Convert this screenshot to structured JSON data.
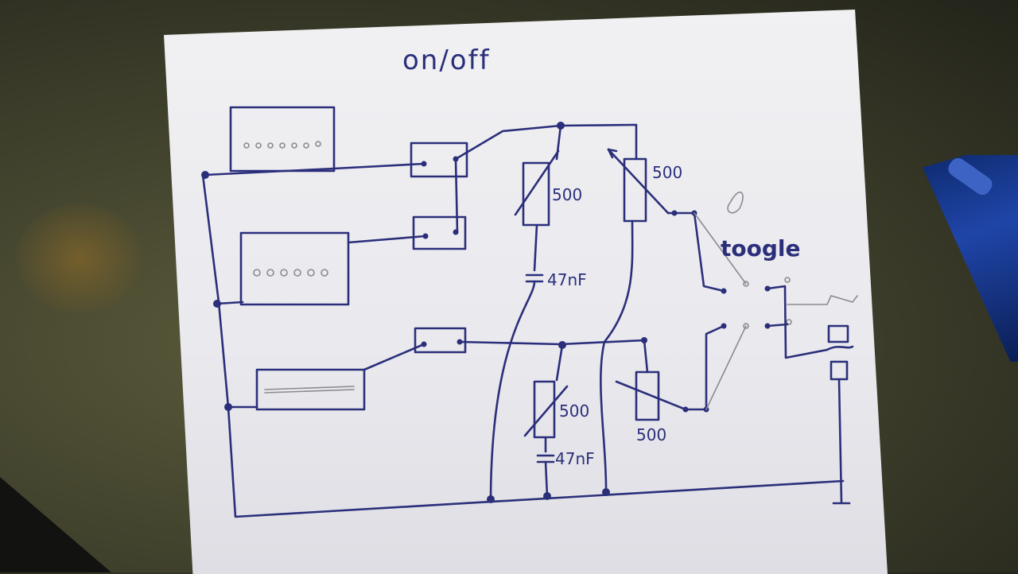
{
  "labels": {
    "title": "on/off",
    "toggle": "toogle",
    "pot_values": [
      "500",
      "500",
      "500",
      "500"
    ],
    "capacitors": [
      "47nF",
      "47nF"
    ]
  },
  "colors": {
    "ink": "#2b2f7a",
    "paper": "#eeeef2",
    "pencil": "#8a8a90",
    "background": "#3c3d2a"
  }
}
